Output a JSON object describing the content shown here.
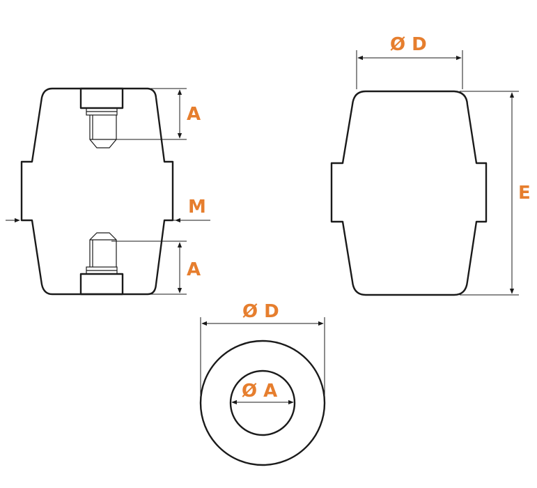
{
  "accent_color": "#e67e2e",
  "labels": {
    "front_top_depth": "A",
    "front_bottom_depth": "A",
    "front_thread": "M",
    "side_diameter": "Ø D",
    "side_height": "E",
    "top_outer_diameter": "Ø D",
    "top_inner_diameter": "Ø A"
  }
}
